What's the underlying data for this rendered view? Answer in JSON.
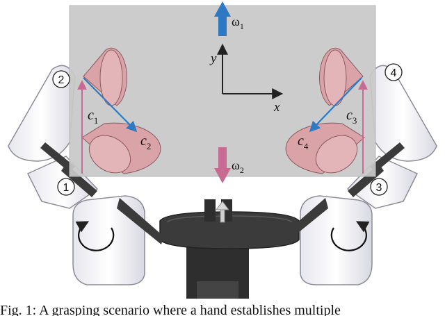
{
  "figure": {
    "labels": {
      "omega1": "ω",
      "omega1_sub": "1",
      "omega2": "ω",
      "omega2_sub": "2",
      "axis_x": "x",
      "axis_y": "y",
      "c1": "c",
      "c1_sub": "1",
      "c2": "c",
      "c2_sub": "2",
      "c3": "c",
      "c3_sub": "3",
      "c4": "c",
      "c4_sub": "4",
      "finger1": "1",
      "finger2": "2",
      "finger3": "3",
      "finger4": "4"
    },
    "colors": {
      "panel": "#c8c8c8",
      "cone_fill": "#d9a3a8",
      "cone_stroke": "#8a5a60",
      "blue_arrow": "#2d79c4",
      "pink_arrow": "#c76b93",
      "robot_dark": "#3b3b3b",
      "robot_light": "#f4f4f8"
    }
  },
  "caption": {
    "text": "Fig. 1: A grasping scenario where a hand establishes multiple"
  }
}
